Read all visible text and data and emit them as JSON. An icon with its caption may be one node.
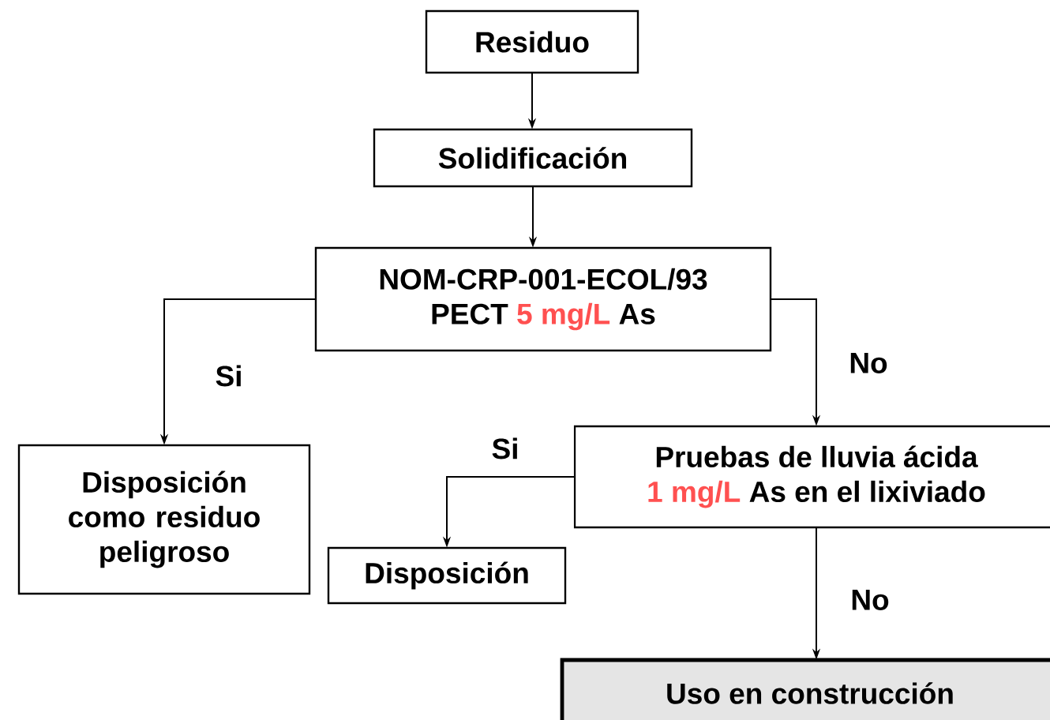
{
  "diagram": {
    "nodes": [
      {
        "text": [
          "Residuo"
        ]
      },
      {
        "text": [
          "Solidificación"
        ]
      },
      {
        "text": [
          "NOM-CRP-001-ECOL/93",
          "PECT",
          "5 mg/L",
          "As"
        ]
      },
      {
        "text": [
          "Disposición como residuo peligroso"
        ]
      },
      {
        "text": [
          "Pruebas de lluvia ácida",
          "1 mg/L",
          "As en el lixiviado"
        ]
      },
      {
        "text": [
          "Disposición"
        ]
      },
      {
        "text": [
          "Uso en construcción"
        ]
      }
    ],
    "edges": [
      {
        "from": 0,
        "to": 1,
        "arrow": "to"
      },
      {
        "from": 1,
        "to": 2,
        "arrow": "to"
      },
      {
        "from": 2,
        "to": 3,
        "arrow": "to",
        "label": "Si"
      },
      {
        "from": 2,
        "to": 4,
        "arrow": "to",
        "label": "No"
      },
      {
        "from": 4,
        "to": 5,
        "arrow": "to",
        "label": "Si"
      },
      {
        "from": 4,
        "to": 6,
        "arrow": "to",
        "label": "No"
      }
    ]
  }
}
